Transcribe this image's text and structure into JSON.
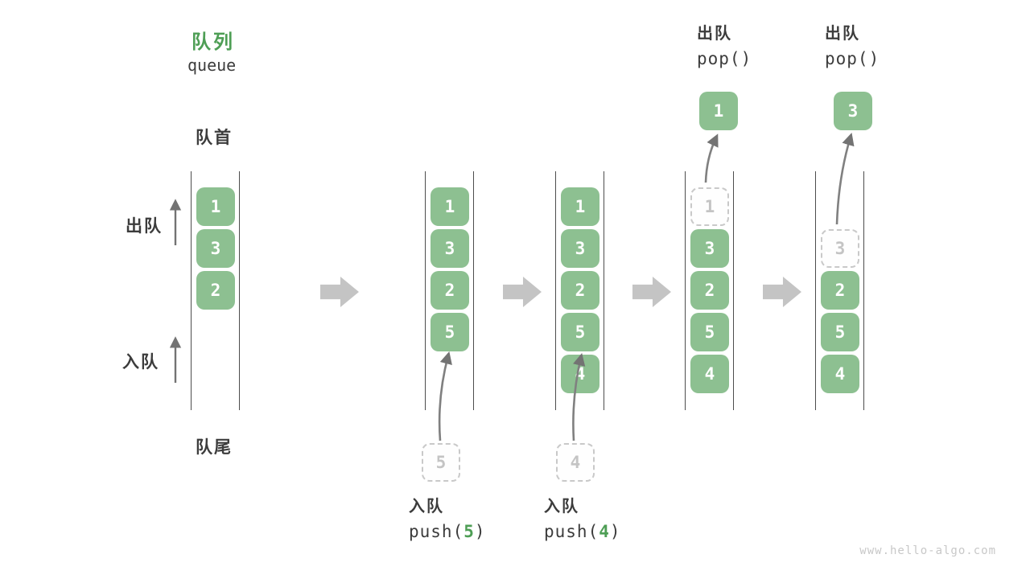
{
  "title": {
    "zh": "队列",
    "en": "queue"
  },
  "labels": {
    "front": "队首",
    "rear": "队尾",
    "dequeue": "出队",
    "enqueue": "入队"
  },
  "colors": {
    "box_green": "#8dc091",
    "accent_green": "#4e9e55",
    "block_arrow_gray": "#c4c4c4",
    "dark_text": "#3c3c3c",
    "muted_gray": "#c4c4c4"
  },
  "states": [
    {
      "boxes": [
        {
          "value": "1",
          "style": "solid"
        },
        {
          "value": "3",
          "style": "solid"
        },
        {
          "value": "2",
          "style": "solid"
        }
      ]
    },
    {
      "boxes": [
        {
          "value": "1",
          "style": "solid"
        },
        {
          "value": "3",
          "style": "solid"
        },
        {
          "value": "2",
          "style": "solid"
        },
        {
          "value": "5",
          "style": "solid"
        }
      ]
    },
    {
      "boxes": [
        {
          "value": "1",
          "style": "solid"
        },
        {
          "value": "3",
          "style": "solid"
        },
        {
          "value": "2",
          "style": "solid"
        },
        {
          "value": "5",
          "style": "solid"
        },
        {
          "value": "4",
          "style": "solid"
        }
      ]
    },
    {
      "boxes": [
        {
          "value": "1",
          "style": "dashed"
        },
        {
          "value": "3",
          "style": "solid"
        },
        {
          "value": "2",
          "style": "solid"
        },
        {
          "value": "5",
          "style": "solid"
        },
        {
          "value": "4",
          "style": "solid"
        }
      ]
    },
    {
      "boxes": [
        {
          "value": "3",
          "style": "dashed"
        },
        {
          "value": "2",
          "style": "solid"
        },
        {
          "value": "5",
          "style": "solid"
        },
        {
          "value": "4",
          "style": "solid"
        }
      ]
    }
  ],
  "operations": {
    "push5": {
      "label": "入队",
      "code_prefix": "push(",
      "arg": "5",
      "code_suffix": ")",
      "pending_value": "5"
    },
    "push4": {
      "label": "入队",
      "code_prefix": "push(",
      "arg": "4",
      "code_suffix": ")",
      "pending_value": "4"
    },
    "pop1": {
      "label": "出队",
      "code": "pop()",
      "popped_value": "1"
    },
    "pop3": {
      "label": "出队",
      "code": "pop()",
      "popped_value": "3"
    }
  },
  "watermark": "www.hello-algo.com"
}
